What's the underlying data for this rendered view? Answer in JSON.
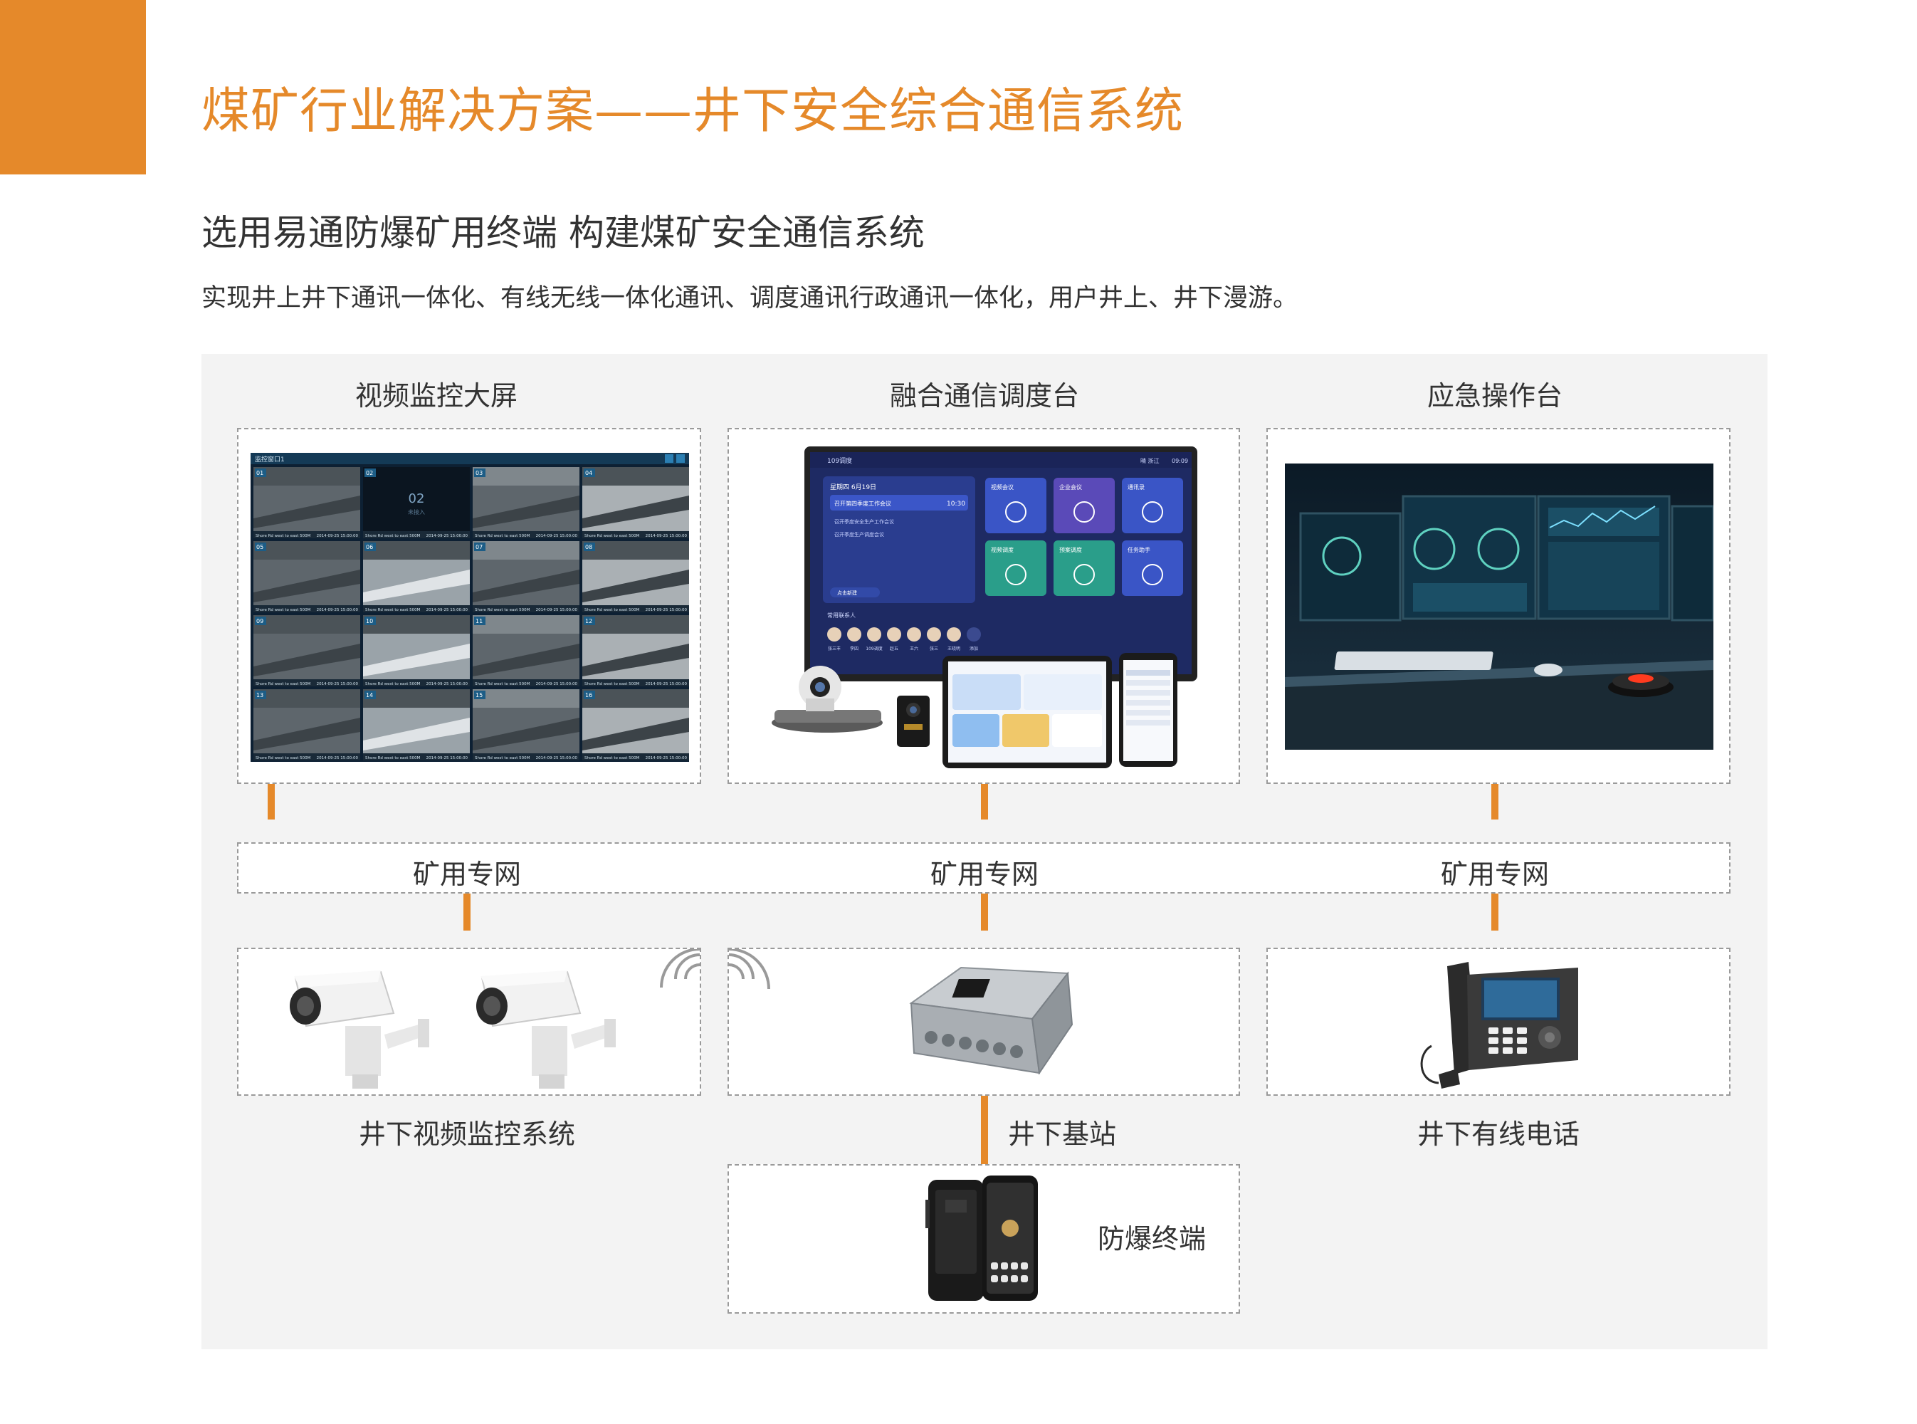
{
  "header": {
    "title": "煤矿行业解决方案——井下安全综合通信系统",
    "subtitle": "选用易通防爆矿用终端  构建煤矿安全通信系统",
    "description": "实现井上井下通讯一体化、有线无线一体化通讯、调度通讯行政通讯一体化，用户井上、井下漫游。"
  },
  "top_row": [
    {
      "label": "视频监控大屏"
    },
    {
      "label": "融合通信调度台"
    },
    {
      "label": "应急操作台"
    }
  ],
  "network": {
    "labels": [
      "矿用专网",
      "矿用专网",
      "矿用专网"
    ]
  },
  "bottom_row": [
    {
      "label": "井下视频监控系统"
    },
    {
      "label": "井下基站"
    },
    {
      "label": "井下有线电话"
    }
  ],
  "terminal": {
    "label": "防爆终端"
  },
  "video_wall": {
    "window_title": "监控窗口1",
    "tiles": [
      "01",
      "02",
      "03",
      "04",
      "05",
      "06",
      "07",
      "08",
      "09",
      "10",
      "11",
      "12",
      "13",
      "14",
      "15",
      "16"
    ],
    "tile_caption": "Shore Rd west to east 500M",
    "tile_time": "2014-09-25 15:00:00",
    "center_code": "02",
    "center_sub": "未接入"
  },
  "dispatch_screen": {
    "header_user": "109调度",
    "weather": "晴 浙江",
    "clock": "09:09",
    "date": "星期四 6月19日",
    "meeting_title": "召开第四季度工作会议",
    "meeting_time": "10:30",
    "items": [
      "召开季度安全生产工作会议",
      "召开季度生产调度会议"
    ],
    "action": "点击新建",
    "tiles": [
      "视频会议",
      "企业会议",
      "通讯录",
      "视频调度",
      "预案调度",
      "任务助手"
    ],
    "contacts_title": "常用联系人",
    "contacts": [
      "张三丰",
      "李四",
      "109调度",
      "赵五",
      "王六",
      "张三",
      "王晓明",
      "添加"
    ]
  },
  "colors": {
    "accent": "#E5892A",
    "panel_bg": "#f3f3f3",
    "dashed_border": "#9a9a9a",
    "text": "#333333"
  }
}
